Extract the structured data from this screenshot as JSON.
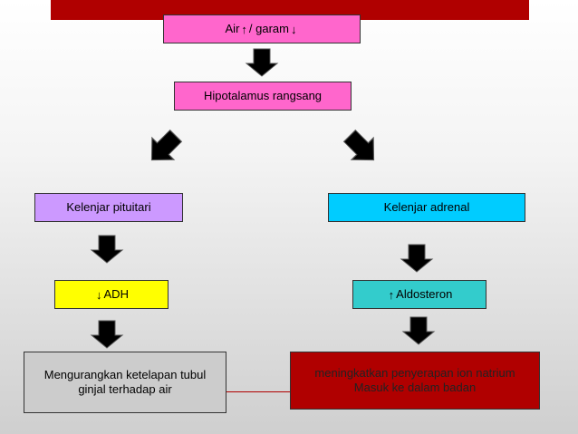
{
  "colors": {
    "topbar": "#b00000",
    "box_pink": "#ff66cc",
    "box_violet": "#cc99ff",
    "box_cyan": "#00ccff",
    "box_yellow": "#ffff00",
    "box_teal": "#33cccc",
    "box_red": "#b00000",
    "box_grey": "#cccccc",
    "arrow": "#000000"
  },
  "nodes": {
    "air_garam": {
      "text_a": "Air",
      "text_b": "/ garam",
      "icon_a": "arrow-up-icon",
      "icon_b": "arrow-down-icon"
    },
    "hipotalamus": {
      "text": "Hipotalamus rangsang"
    },
    "pituitari": {
      "text": "Kelenjar pituitari"
    },
    "adrenal": {
      "text": "Kelenjar adrenal"
    },
    "adh": {
      "text": "ADH",
      "icon": "arrow-down-icon"
    },
    "aldosteron": {
      "text": "Aldosteron",
      "icon": "arrow-up-icon"
    },
    "mengurangkan": {
      "line1": "Mengurangkan ketelapan tubul",
      "line2": "ginjal terhadap air"
    },
    "meningkatkan": {
      "line1": "meningkatkan penyerapan ion natrium",
      "line2": "Masuk ke dalam badan"
    }
  }
}
